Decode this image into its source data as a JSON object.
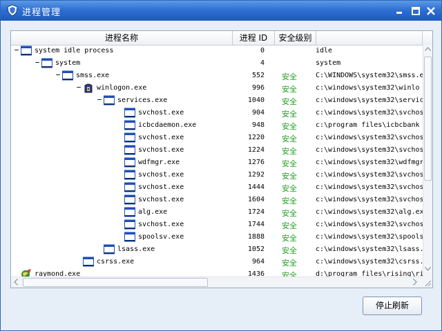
{
  "window": {
    "title": "进程管理"
  },
  "header": {
    "name": "进程名称",
    "pid": "进程 ID",
    "safety": "安全级别"
  },
  "processes": [
    {
      "name": "system idle process",
      "pid": "0",
      "safety": "",
      "path": "idle",
      "level": 0,
      "expander": "−",
      "icon": "window-icon"
    },
    {
      "name": "system",
      "pid": "4",
      "safety": "",
      "path": "system",
      "level": 1,
      "expander": "−",
      "icon": "window-icon"
    },
    {
      "name": "smss.exe",
      "pid": "552",
      "safety": "安全",
      "path": "C:\\WINDOWS\\system32\\smss.e",
      "level": 2,
      "expander": "−",
      "icon": "window-icon"
    },
    {
      "name": "winlogon.exe",
      "pid": "996",
      "safety": "安全",
      "path": "c:\\windows\\system32\\winlo",
      "level": 3,
      "expander": "−",
      "icon": "winlogon-icon"
    },
    {
      "name": "services.exe",
      "pid": "1040",
      "safety": "安全",
      "path": "c:\\windows\\system32\\servic",
      "level": 4,
      "expander": "−",
      "icon": "window-icon"
    },
    {
      "name": "svchost.exe",
      "pid": "904",
      "safety": "安全",
      "path": "c:\\windows\\system32\\svchos",
      "level": 5,
      "expander": "",
      "icon": "window-icon"
    },
    {
      "name": "icbcdaemon.exe",
      "pid": "948",
      "safety": "安全",
      "path": "c:\\program files\\icbcbank",
      "level": 5,
      "expander": "",
      "icon": "window-icon"
    },
    {
      "name": "svchost.exe",
      "pid": "1220",
      "safety": "安全",
      "path": "c:\\windows\\system32\\svchos",
      "level": 5,
      "expander": "",
      "icon": "window-icon"
    },
    {
      "name": "svchost.exe",
      "pid": "1224",
      "safety": "安全",
      "path": "c:\\windows\\system32\\svchos",
      "level": 5,
      "expander": "",
      "icon": "window-icon"
    },
    {
      "name": "wdfmgr.exe",
      "pid": "1276",
      "safety": "安全",
      "path": "c:\\windows\\system32\\wdfmgr",
      "level": 5,
      "expander": "",
      "icon": "window-icon"
    },
    {
      "name": "svchost.exe",
      "pid": "1292",
      "safety": "安全",
      "path": "c:\\windows\\system32\\svchos",
      "level": 5,
      "expander": "",
      "icon": "window-icon"
    },
    {
      "name": "svchost.exe",
      "pid": "1444",
      "safety": "安全",
      "path": "c:\\windows\\system32\\svchos",
      "level": 5,
      "expander": "",
      "icon": "window-icon"
    },
    {
      "name": "svchost.exe",
      "pid": "1604",
      "safety": "安全",
      "path": "c:\\windows\\system32\\svchos",
      "level": 5,
      "expander": "",
      "icon": "window-icon"
    },
    {
      "name": "alg.exe",
      "pid": "1724",
      "safety": "安全",
      "path": "c:\\windows\\system32\\alg.ex",
      "level": 5,
      "expander": "",
      "icon": "window-icon"
    },
    {
      "name": "svchost.exe",
      "pid": "1744",
      "safety": "安全",
      "path": "c:\\windows\\system32\\svchos",
      "level": 5,
      "expander": "",
      "icon": "window-icon"
    },
    {
      "name": "spoolsv.exe",
      "pid": "1888",
      "safety": "安全",
      "path": "c:\\windows\\system32\\spools",
      "level": 5,
      "expander": "",
      "icon": "window-icon"
    },
    {
      "name": "lsass.exe",
      "pid": "1052",
      "safety": "安全",
      "path": "c:\\windows\\system32\\lsass.",
      "level": 4,
      "expander": "",
      "icon": "window-icon"
    },
    {
      "name": "csrss.exe",
      "pid": "964",
      "safety": "安全",
      "path": "c:\\windows\\system32\\csrss.",
      "level": 3,
      "expander": "",
      "icon": "window-icon"
    },
    {
      "name": "raymond.exe",
      "pid": "1436",
      "safety": "安全",
      "path": "d:\\program files\\rising\\ri",
      "level": 0,
      "expander": "",
      "icon": "rising-icon"
    }
  ],
  "footer": {
    "stop_refresh": "停止刷新"
  },
  "colors": {
    "title_bar": "#2f70d3",
    "safe_text": "#1f9c1f",
    "icon_blue": "#1f4fb8"
  }
}
